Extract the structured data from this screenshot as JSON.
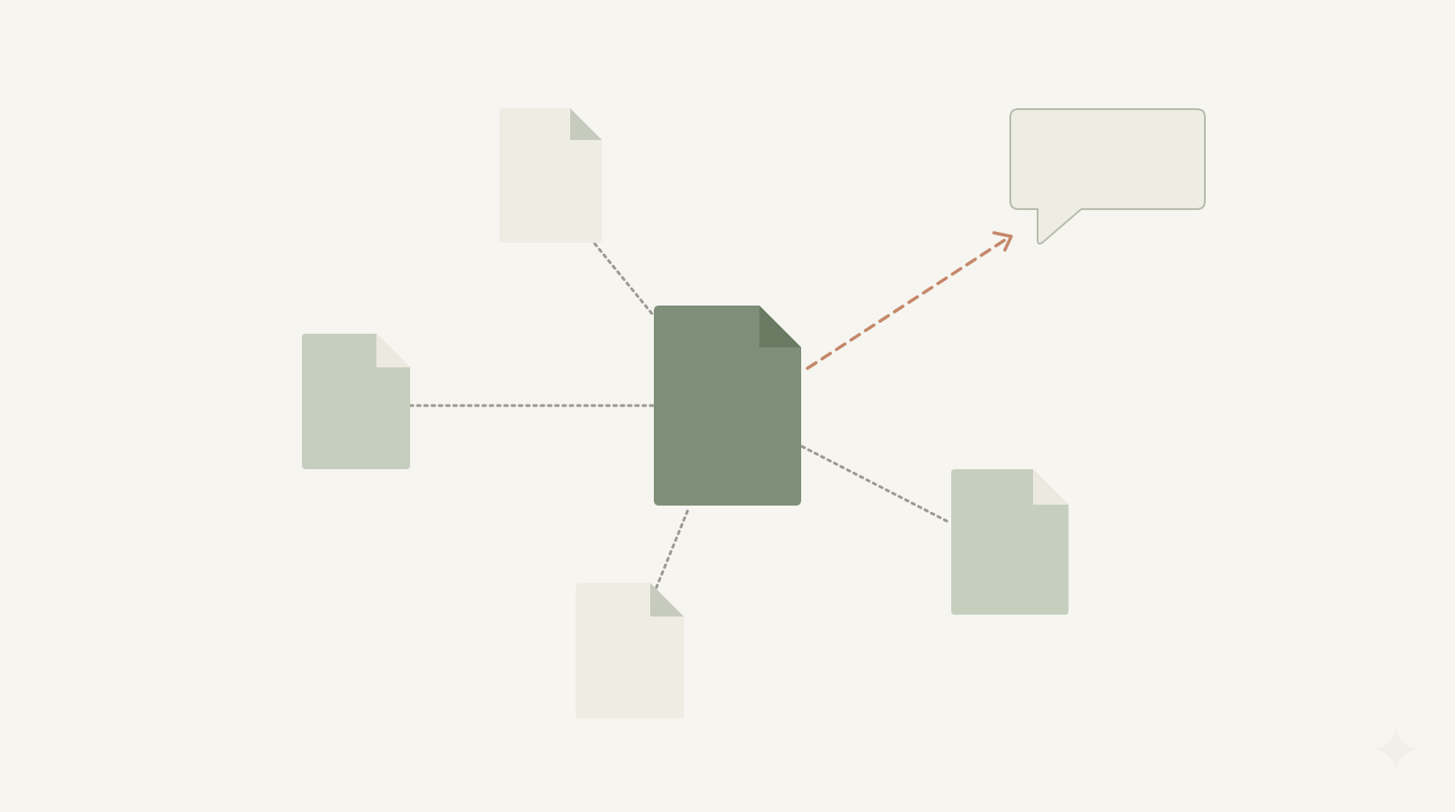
{
  "palette": {
    "background": "#f6f5f0",
    "central_document": "#7f8e78",
    "central_fold": "#6a7a63",
    "sage_document": "#c6cfbe",
    "sage_fold": "#eceae0",
    "pale_document": "#eeede4",
    "pale_fold": "#c7cbbd",
    "dotted_connector": "#9a9a92",
    "arrow": "#c5876a",
    "speech_bubble_fill": "#eeede4",
    "speech_bubble_stroke": "#b8bcae",
    "sparkle": "#f0efea"
  },
  "diagram": {
    "central_node": {
      "shape": "document",
      "style": "central"
    },
    "satellite_nodes": [
      {
        "id": "top",
        "shape": "document",
        "style": "pale"
      },
      {
        "id": "left",
        "shape": "document",
        "style": "sage"
      },
      {
        "id": "bottom",
        "shape": "document",
        "style": "pale"
      },
      {
        "id": "right",
        "shape": "document",
        "style": "sage"
      }
    ],
    "connectors": [
      {
        "from": "top",
        "to": "central",
        "style": "dotted"
      },
      {
        "from": "left",
        "to": "central",
        "style": "dotted"
      },
      {
        "from": "bottom",
        "to": "central",
        "style": "dotted"
      },
      {
        "from": "right",
        "to": "central",
        "style": "dotted"
      },
      {
        "from": "central",
        "to": "speech-bubble",
        "style": "dashed-arrow"
      }
    ],
    "output_node": {
      "shape": "speech-bubble",
      "text": ""
    }
  },
  "icons": {
    "corner_mark": "sparkle-icon"
  }
}
